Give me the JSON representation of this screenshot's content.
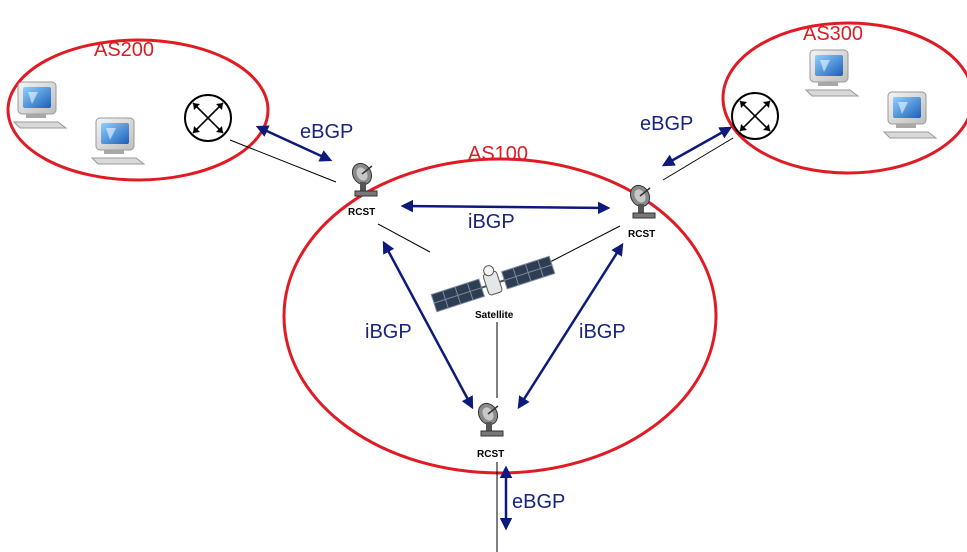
{
  "diagram": {
    "as_labels": {
      "as100": "AS100",
      "as200": "AS200",
      "as300": "AS300"
    },
    "node_labels": {
      "rcst_left": "RCST",
      "rcst_right": "RCST",
      "rcst_bottom": "RCST",
      "satellite": "Satellite"
    },
    "link_labels": {
      "ebgp_left": "eBGP",
      "ebgp_right": "eBGP",
      "ebgp_bottom": "eBGP",
      "ibgp_top": "iBGP",
      "ibgp_left": "iBGP",
      "ibgp_right": "iBGP"
    },
    "colors": {
      "as_boundary": "#e01b24",
      "as_label": "#e01b24",
      "bgp_arrow": "#0d1a7a",
      "bgp_label": "#1a237e",
      "link_line": "#000000"
    },
    "icons": {
      "router": "router-icon",
      "computer": "computer-icon",
      "dish": "satellite-dish-icon",
      "satellite": "satellite-icon"
    }
  }
}
